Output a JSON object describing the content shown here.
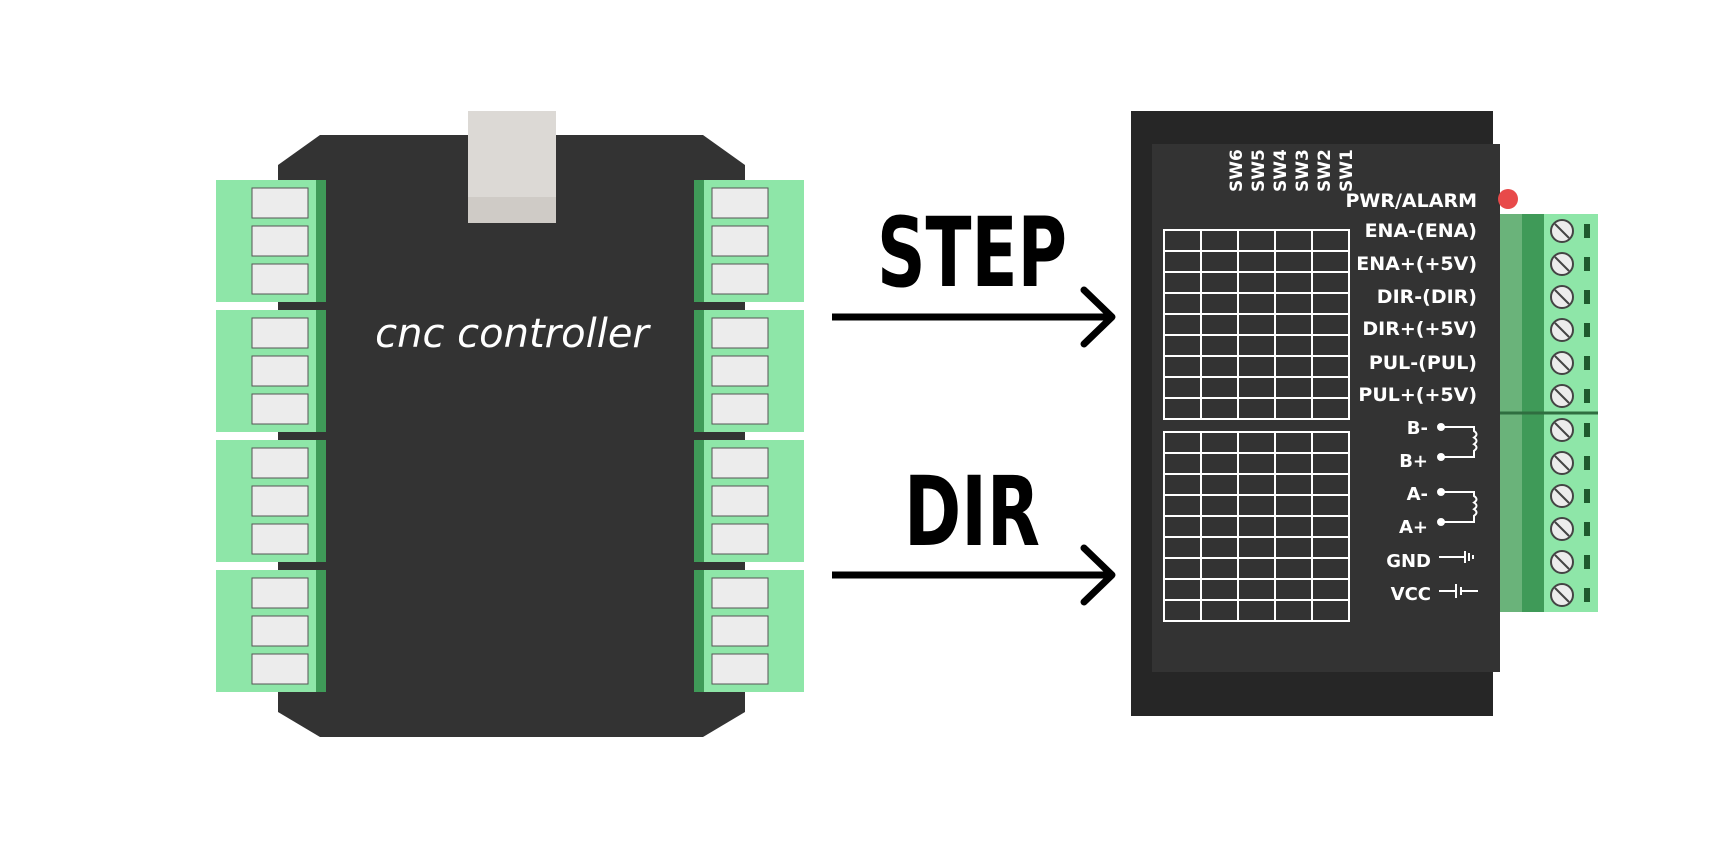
{
  "controller": {
    "title": "cnc controller"
  },
  "signals": {
    "step": "STEP",
    "dir": "DIR"
  },
  "driver": {
    "switches": [
      "SW6",
      "SW5",
      "SW4",
      "SW3",
      "SW2",
      "SW1"
    ],
    "terminals": [
      "PWR/ALARM",
      "ENA-(ENA)",
      "ENA+(+5V)",
      "DIR-(DIR)",
      "DIR+(+5V)",
      "PUL-(PUL)",
      "PUL+(+5V)",
      "B-",
      "B+",
      "A-",
      "A+",
      "GND",
      "VCC"
    ]
  },
  "colors": {
    "body": "#333333",
    "driver_outer": "#262626",
    "terminal_light": "#8ee6a8",
    "terminal_mid": "#6ab37a",
    "terminal_dark": "#3f9a58",
    "connector": "#d9d6d2",
    "alarm_led": "#e84a4a",
    "arrow": "#000000"
  }
}
